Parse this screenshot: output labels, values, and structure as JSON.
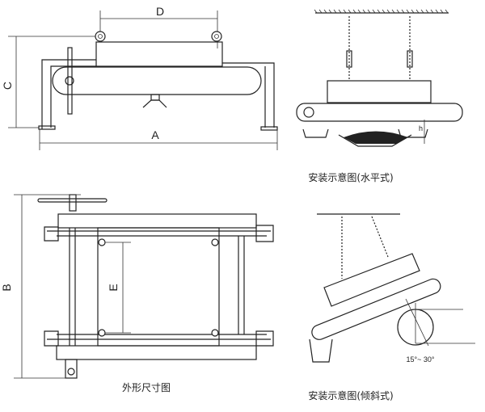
{
  "dimension_view": {
    "labels": {
      "A": "A",
      "B": "B",
      "C": "C",
      "D": "D",
      "E": "E"
    },
    "caption": "外形尺寸图"
  },
  "install_horizontal": {
    "label_h": "h",
    "caption": "安装示意图(水平式)"
  },
  "install_inclined": {
    "angle_label": "15°~ 30°",
    "caption": "安装示意图(倾斜式)"
  }
}
